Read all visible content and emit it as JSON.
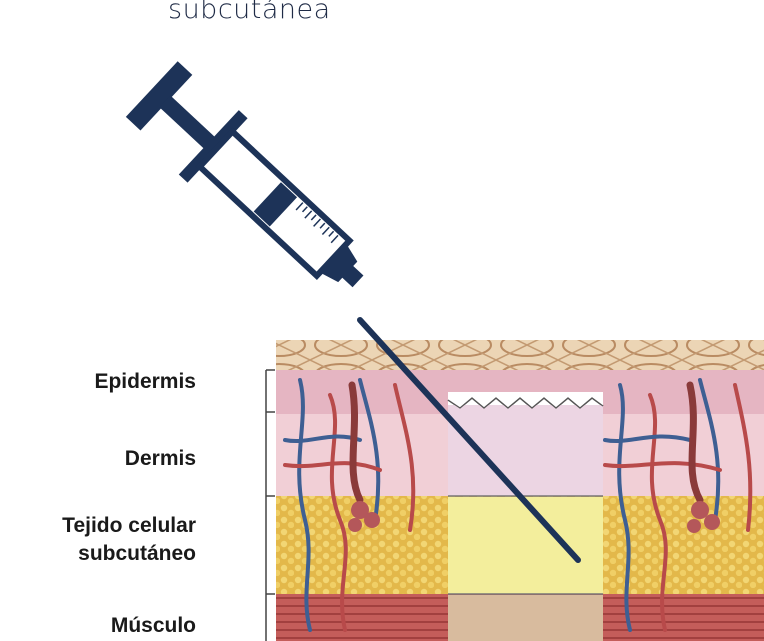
{
  "diagram": {
    "title": "subcutánea",
    "layers": [
      {
        "id": "epidermis",
        "label": "Epidermis"
      },
      {
        "id": "dermis",
        "label": "Dermis"
      },
      {
        "id": "subcutaneous",
        "label": "Tejido celular\nsubcutáneo"
      },
      {
        "id": "muscle",
        "label": "Músculo"
      }
    ],
    "colors": {
      "syringe": "#1d3358",
      "skin_surface": "#e8cfae",
      "epidermis": "#e7b8c4",
      "dermis": "#f2d2d8",
      "dermis_window": "#ecd5e3",
      "fat": "#e8c25a",
      "fat_window": "#f3ee9c",
      "muscle": "#c25b5b",
      "muscle_window": "#d8bb9e",
      "vessel_blue": "#3e5f93",
      "vessel_red": "#b84a4a",
      "hair": "#8a3a3a"
    }
  }
}
